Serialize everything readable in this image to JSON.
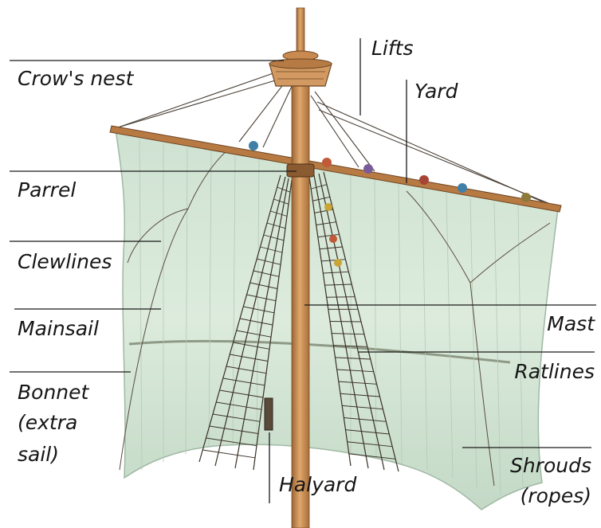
{
  "labels": {
    "crows_nest": "Crow's nest",
    "lifts": "Lifts",
    "yard": "Yard",
    "parrel": "Parrel",
    "clewlines": "Clewlines",
    "mainsail": "Mainsail",
    "mast": "Mast",
    "ratlines": "Ratlines",
    "bonnet_1": "Bonnet",
    "bonnet_2": "(extra",
    "bonnet_3": "sail)",
    "halyard": "Halyard",
    "shrouds_1": "Shrouds",
    "shrouds_2": "(ropes)"
  },
  "colors": {
    "sail": "#d9e8da",
    "sail_shadow": "#b9d1be",
    "wood": "#c98e55",
    "wood_dark": "#8a5a30",
    "rope": "#3a3026",
    "text": "#151515"
  }
}
